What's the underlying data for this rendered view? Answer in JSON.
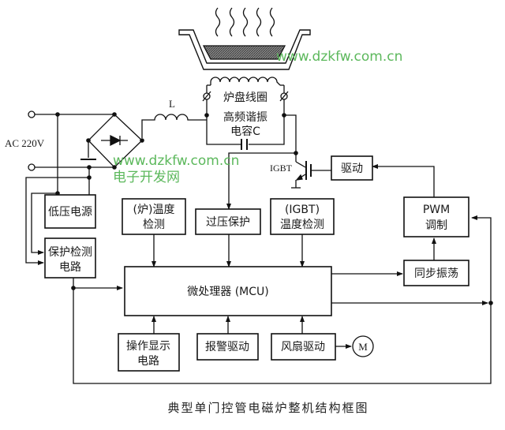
{
  "title": "典型单门控管电磁炉整机结构框图",
  "labels": {
    "ac_input": "AC 220V",
    "inductor": "L",
    "coil": "炉盘线圈",
    "capacitor_line1": "高频谐振",
    "capacitor_line2": "电容C",
    "igbt": "IGBT",
    "motor": "M"
  },
  "blocks": {
    "low_voltage_psu": [
      "低压电源"
    ],
    "protection_detect": [
      "保护检测",
      "电路"
    ],
    "pot_temp_detect": [
      "(炉)温度",
      "检测"
    ],
    "overvoltage_protect": [
      "过压保护"
    ],
    "igbt_temp_detect": [
      "(IGBT)",
      "温度检测"
    ],
    "pwm_modulation": [
      "PWM",
      "调制"
    ],
    "driver": [
      "驱动"
    ],
    "sync_oscillator": [
      "同步振荡"
    ],
    "mcu": [
      "微处理器 (MCU)"
    ],
    "operation_display": [
      "操作显示",
      "电路"
    ],
    "alarm_driver": [
      "报警驱动"
    ],
    "fan_driver": [
      "风扇驱动"
    ]
  },
  "watermark": {
    "url": "www.dzkfw.com.cn",
    "site_name": "电子开发网",
    "color": "#5cb85c"
  }
}
